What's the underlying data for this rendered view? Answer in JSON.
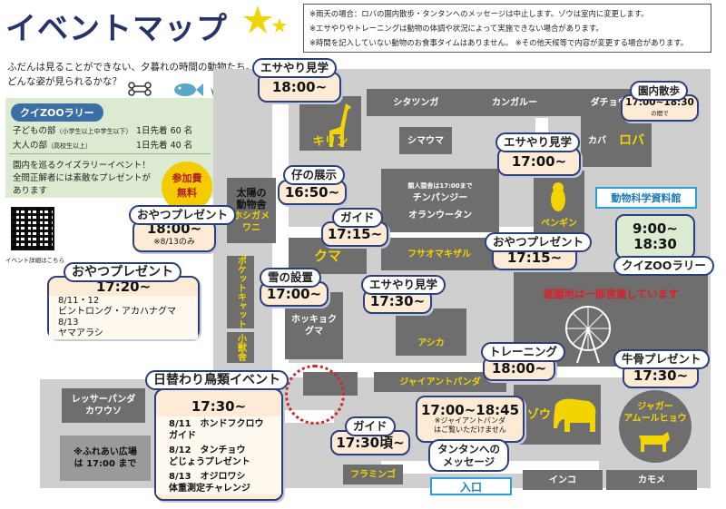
{
  "title": "イベントマップ",
  "notices": [
    "※雨天の場合：ロバの園内散歩・タンタンへのメッセージは中止します。ゾウは室内に変更します。",
    "※エサやりやトレーニングは動物の体調や状況によって実施できない場合があります。",
    "※時間を記入していない動物のお食事タイムはありません。 ※その他天候等で内容が変更する場合があります。"
  ],
  "intro": [
    "ふだんは見ることができない、夕暮れの時間の動物たち。",
    "どんな姿が見られるかな？"
  ],
  "quiz": {
    "heading": "クイZOOラリー",
    "rows": [
      {
        "label": "子どもの部",
        "note": "（小学生以上中学生以下）",
        "value": "1日先着 60 名"
      },
      {
        "label": "大人の部",
        "note": "（高校生以上）",
        "value": "1日先着 40 名"
      }
    ],
    "desc": [
      "園内を巡るクイズラリーイベント！",
      "全問正解者には素敵なプレゼントが",
      "あります"
    ],
    "fee": [
      "参加費",
      "無料"
    ],
    "qr_caption": "イベント詳細はこちら"
  },
  "areas": {
    "shitatsunga": "シタツンガ",
    "kangaroo": "カンガルー",
    "dachou": "ダチョウ",
    "roba": "ロバ",
    "kaba": "カバ",
    "shimauma": "シマウマ",
    "kirin": "キリン",
    "taiyou": [
      "太陽の",
      "動物舎"
    ],
    "hoshigame": "ホシガメ",
    "wani": "ワニ",
    "chimp_note": "類人猿舎は17:00まで",
    "chimp": "チンパンジー",
    "orangutan": "オランウータン",
    "fukuro": "フサオマキザル",
    "kuma": "クマ",
    "penguin": "ペンギン",
    "museum": "動物科学資料館",
    "pocket": "ポケットキャット",
    "shoujuu": "小獣舎",
    "hokkyoku": [
      "ホッキョク",
      "グマ"
    ],
    "ashika": "アシカ",
    "amusement": "遊園地は一部営業しています",
    "panda": "ジャイアントパンダ",
    "zou": "ゾウ",
    "jaguar": [
      "ジャガー",
      "アムールヒョウ"
    ],
    "lesser": [
      "レッサーパンダ",
      "カワウソ"
    ],
    "fureai": [
      "※ふれあい広場",
      "は 17:00 まで"
    ],
    "flamingo": "フラミンゴ",
    "entrance": "入口",
    "inko": "インコ",
    "kamome": "カモメ"
  },
  "events": {
    "kirin_feed": {
      "label": "エサやり見学",
      "time": "18:00~"
    },
    "roba_walk": {
      "label": "園内散歩",
      "time": "17:00~18:30",
      "note": "の間で"
    },
    "penguin_feed": {
      "label": "エサやり見学",
      "time": "17:00~"
    },
    "baby": {
      "label": "仔の展示",
      "time": "16:50~"
    },
    "hoshigame_snack": {
      "label": "おやつプレゼント",
      "time": "18:00~",
      "note": "※8/13のみ"
    },
    "kuma_guide": {
      "label": "ガイド",
      "time": "17:15~"
    },
    "fusao_snack": {
      "label": "おやつプレゼント",
      "time": "17:15~"
    },
    "museum": {
      "time": "9:00~",
      "time2": "18:30",
      "label": "クイZOOラリー"
    },
    "pocket_snack": {
      "label": "おやつプレゼント",
      "time": "17:20~",
      "items": [
        "8/11・12",
        "ビントロング・アカハナグマ",
        "8/13",
        "ヤマアラシ"
      ]
    },
    "snow": {
      "label": "雪の設置",
      "time": "17:00~"
    },
    "ashika_feed": {
      "label": "エサやり見学",
      "time": "17:30~"
    },
    "zou_training": {
      "label": "トレーニング",
      "time": "18:00~"
    },
    "gyuukotsu": {
      "label": "牛骨プレゼント",
      "time": "17:30~"
    },
    "birds": {
      "label": "日替わり鳥類イベント",
      "time": "17:30~",
      "items": [
        "8/11　ホンドフクロウ",
        "ガイド",
        "8/12　タンチョウ",
        "どじょうプレゼント",
        "8/13　オジロワシ",
        "体重測定チャレンジ"
      ]
    },
    "panda": {
      "time": "17:00~18:45",
      "note": [
        "※ジャイアントパンダ",
        "はご覧いただけません"
      ],
      "label": [
        "タンタンへの",
        "メッセージ"
      ]
    },
    "flamingo_guide": {
      "label": "ガイド",
      "time": "17:30頃~"
    }
  }
}
